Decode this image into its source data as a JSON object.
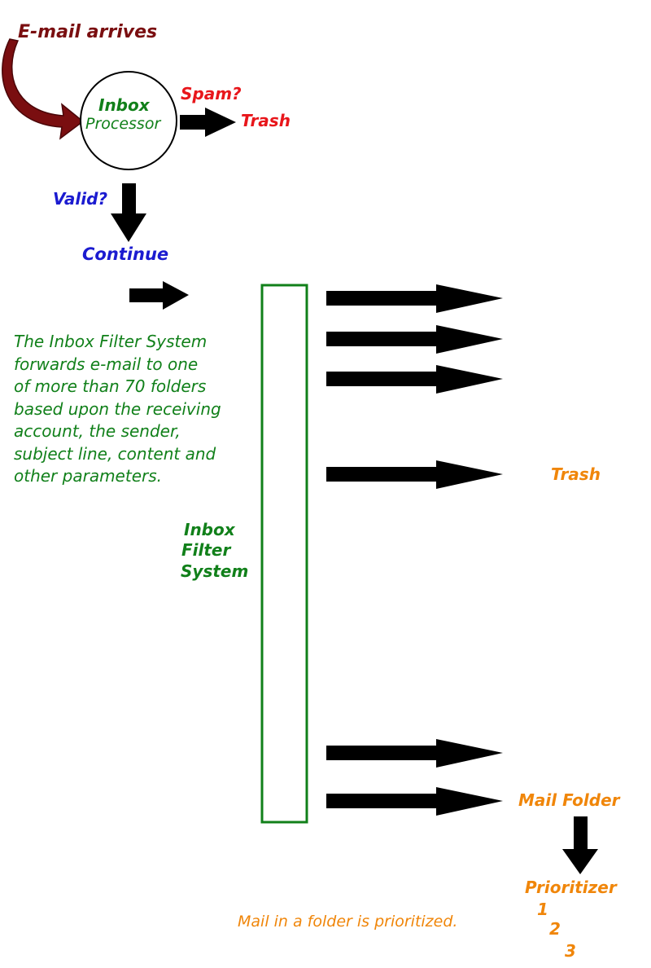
{
  "labels": {
    "email_arrives": "E-mail arrives",
    "processor_title": "Inbox",
    "processor_subtitle": "Processor",
    "spam_question": "Spam?",
    "trash_top": "Trash",
    "valid_question": "Valid?",
    "continue": "Continue",
    "filter_system_line1": "Inbox",
    "filter_system_line2": "Filter",
    "filter_system_line3": "System",
    "trash_right": "Trash",
    "mail_folder": "Mail Folder",
    "prioritizer": "Prioritizer",
    "priority_1": "1",
    "priority_2": "2",
    "priority_3": "3",
    "prioritized_note": "Mail in a folder is prioritized."
  },
  "description_lines": [
    "The Inbox Filter System",
    "forwards e-mail to one",
    "of more than 70 folders",
    "based upon the receiving",
    "account, the sender,",
    "subject line, content and",
    "other parameters."
  ],
  "colors": {
    "dark_red": "#7a0e10",
    "red": "#e8161b",
    "green": "#11801a",
    "blue": "#1b1bd0",
    "orange": "#f0860a",
    "arrow": "#000000"
  }
}
